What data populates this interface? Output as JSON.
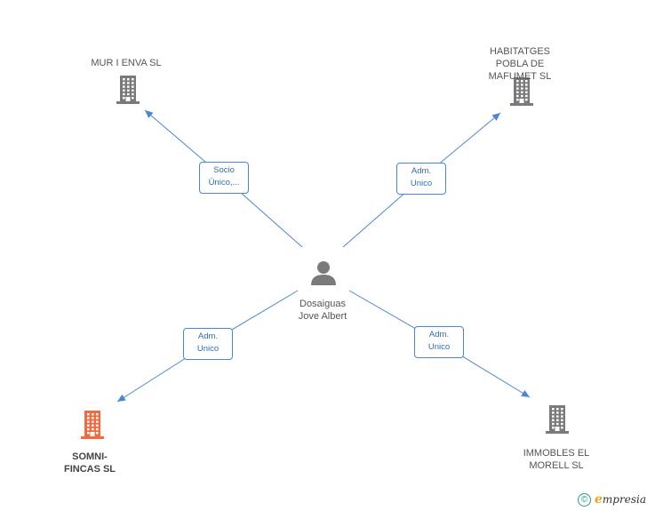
{
  "colors": {
    "company": "#7a7a7a",
    "company_highlight": "#f26a3d",
    "person": "#7a7a7a",
    "edge": "#4a86d4"
  },
  "nodes": [
    {
      "id": "mur",
      "type": "company",
      "icon": "building-icon",
      "label": "MUR I ENVA SL"
    },
    {
      "id": "habitatges",
      "type": "company",
      "icon": "building-icon",
      "label": "HABITATGES\nPOBLA DE\nMAFUMET SL"
    },
    {
      "id": "person",
      "type": "person",
      "icon": "person-icon",
      "label": "Dosaiguas\nJove Albert"
    },
    {
      "id": "somni",
      "type": "company",
      "icon": "building-icon",
      "highlight": true,
      "label": "SOMNI-\nFINCAS SL"
    },
    {
      "id": "immobles",
      "type": "company",
      "icon": "building-icon",
      "label": "IMMOBLES EL\nMORELL SL"
    }
  ],
  "edges": [
    {
      "from": "person",
      "to": "mur",
      "label": "Socio\nÚnico,..."
    },
    {
      "from": "person",
      "to": "habitatges",
      "label": "Adm.\nUnico"
    },
    {
      "from": "person",
      "to": "somni",
      "label": "Adm.\nUnico"
    },
    {
      "from": "person",
      "to": "immobles",
      "label": "Adm.\nUnico"
    }
  ],
  "footer": {
    "copyright_symbol": "©",
    "brand_initial": "e",
    "brand_rest": "mpresia"
  }
}
